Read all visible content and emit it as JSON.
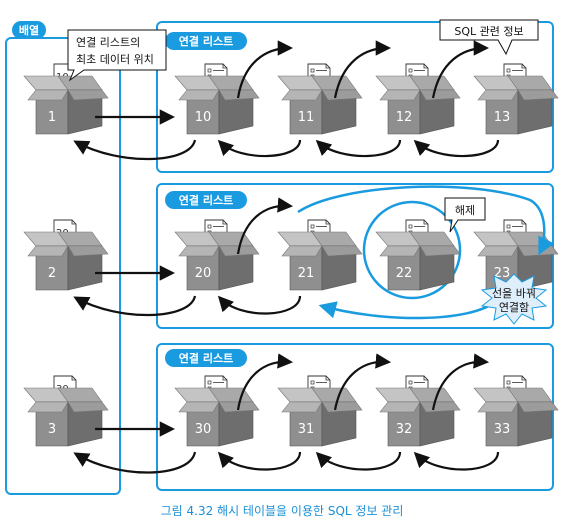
{
  "array_label": "배열",
  "list_label": "연결 리스트",
  "callout_first": [
    "연결 리스트의",
    "최초 데이터 위치"
  ],
  "callout_sql": "SQL 관련 정보",
  "callout_release": "해제",
  "starburst": [
    "선을 바꿔",
    "연결함"
  ],
  "array_boxes": [
    {
      "num": "1",
      "paper": "10"
    },
    {
      "num": "2",
      "paper": "20"
    },
    {
      "num": "3",
      "paper": "30"
    }
  ],
  "rows": [
    {
      "nodes": [
        "10",
        "11",
        "12",
        "13"
      ]
    },
    {
      "nodes": [
        "20",
        "21",
        "22",
        "23"
      ]
    },
    {
      "nodes": [
        "30",
        "31",
        "32",
        "33"
      ]
    }
  ],
  "caption": "그림 4.32  해시 테이블을 이용한 SQL 정보 관리",
  "colors": {
    "accent": "#1a9be0",
    "box_front": "#8f8f8f",
    "box_side": "#6e6e6e",
    "box_top": "#b5b5b5"
  }
}
